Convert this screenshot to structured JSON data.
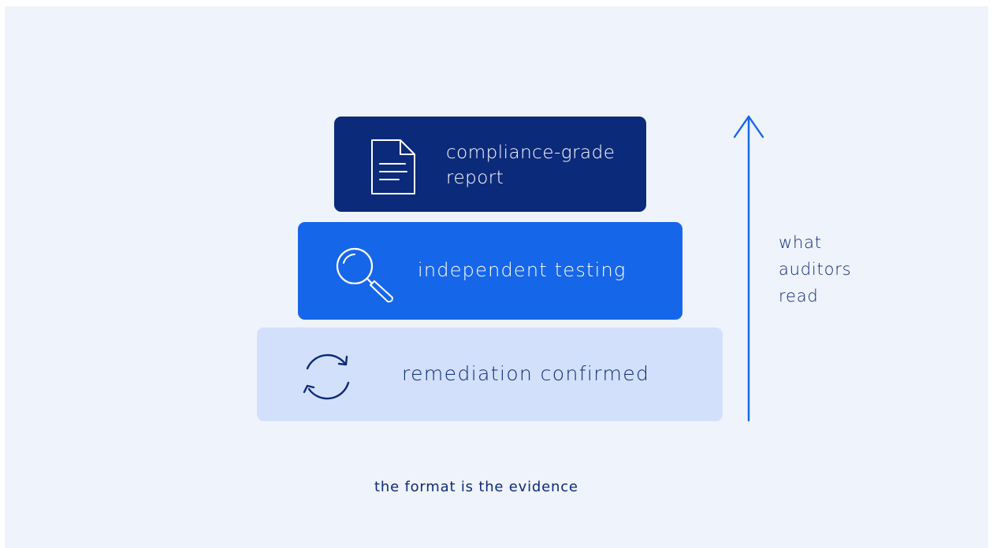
{
  "diagram": {
    "layers": [
      {
        "label": "compliance-grade\nreport",
        "icon": "document-icon"
      },
      {
        "label": "independent testing",
        "icon": "magnifier-icon"
      },
      {
        "label": "remediation confirmed",
        "icon": "refresh-cycle-icon"
      }
    ],
    "side_label": "what\nauditors\nread",
    "caption": "the format is the evidence"
  },
  "colors": {
    "background": "#eff3fb",
    "layer_top": "#0c2a7a",
    "layer_mid": "#1666ea",
    "layer_bottom": "#d2e0fb",
    "text_dark": "#0c2a7a",
    "arrow": "#1666ea"
  }
}
